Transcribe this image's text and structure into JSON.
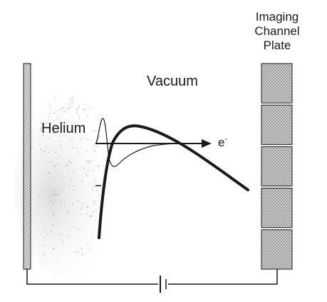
{
  "labels": {
    "vacuum": "Vacuum",
    "helium": "Helium",
    "electron": "e",
    "electron_charge": "-",
    "plate_title": [
      "Imaging",
      "Channel",
      "Plate"
    ]
  },
  "plate": {
    "segment_count": 5
  },
  "colors": {
    "ink": "#1a1a1a",
    "hatch": "#555555",
    "plate_fill": "#a9a9a9"
  }
}
